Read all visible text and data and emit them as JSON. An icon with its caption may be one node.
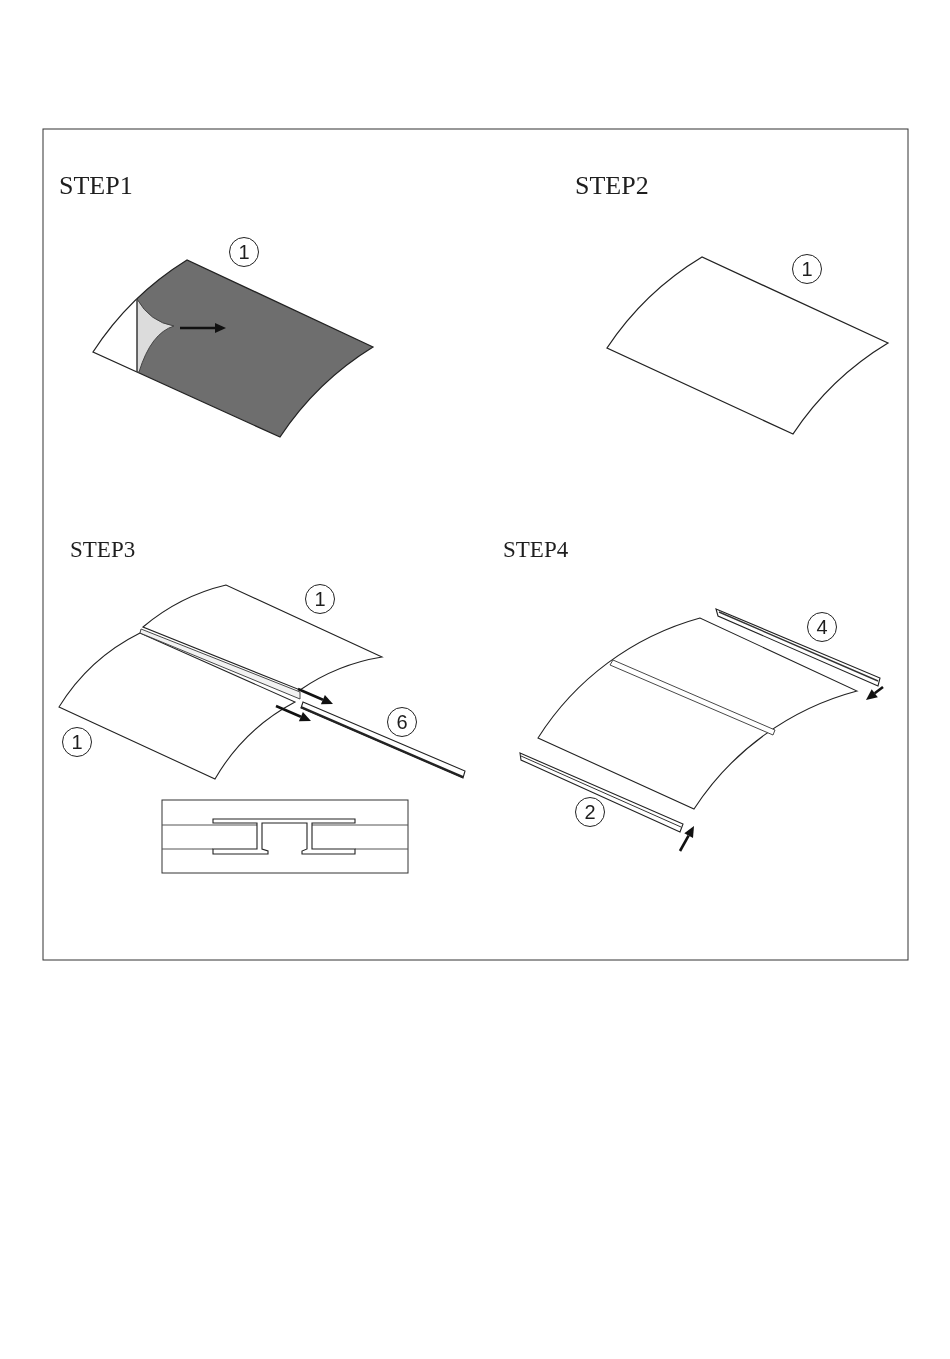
{
  "diagram": {
    "labels": [
      "STEP1",
      "1",
      "STEP2",
      "1",
      "STEP3",
      "1",
      "6",
      "1",
      "STEP4",
      "4",
      "2"
    ]
  }
}
